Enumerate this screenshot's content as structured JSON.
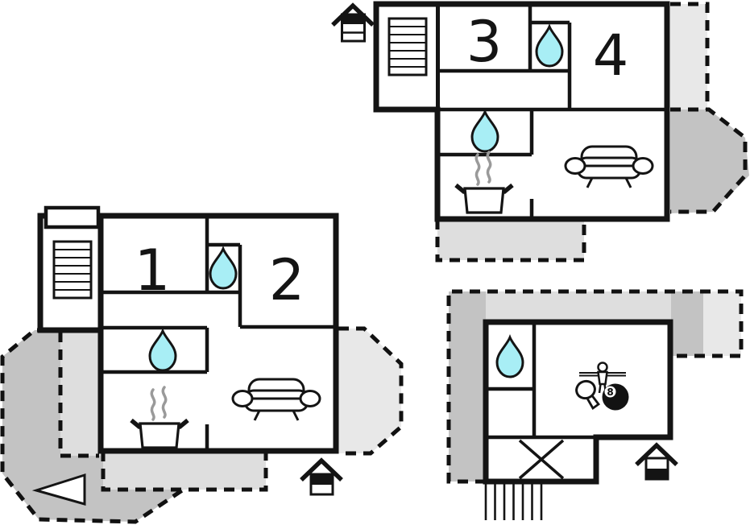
{
  "figure": {
    "type": "floor-plan",
    "description": "Holiday home floor plan drawing with three building levels, terraces (dashed grey areas), entrance markers and furniture pictograms"
  },
  "colors": {
    "wall": "#141414",
    "water": "#a8eef5",
    "steam": "#9a9a9a",
    "terrace_light": "#e8e8e8",
    "terrace_mid": "#dedede",
    "terrace_dark": "#c3c3c3"
  },
  "plans": {
    "upper": {
      "name": "upper-floor",
      "rooms": {
        "room3": "3",
        "room4": "4"
      },
      "icons": [
        "staircase",
        "water-drop",
        "water-drop",
        "stove-pot",
        "sofa",
        "entrance-house"
      ]
    },
    "ground": {
      "name": "ground-floor",
      "rooms": {
        "room1": "1",
        "room2": "2"
      },
      "icons": [
        "chimney",
        "staircase",
        "water-drop",
        "water-drop",
        "stove-pot",
        "sofa",
        "entrance-house",
        "direction-arrow"
      ]
    },
    "basement": {
      "name": "basement",
      "billiard_ball": "8",
      "icons": [
        "water-drop",
        "foosball-player",
        "table-tennis-paddle",
        "billiard-8-ball",
        "void-cross",
        "external-stairs",
        "entrance-house"
      ]
    }
  }
}
